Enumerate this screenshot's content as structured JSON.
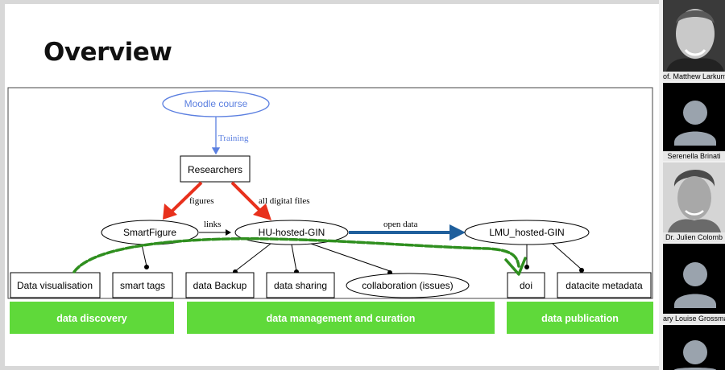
{
  "slide": {
    "title": "Overview",
    "nodes": {
      "moodle": "Moodle course",
      "researchers": "Researchers",
      "smartfigure": "SmartFigure",
      "hu_gin": "HU-hosted-GIN",
      "lmu_gin": "LMU_hosted-GIN",
      "data_visualisation": "Data visualisation",
      "smart_tags": "smart tags",
      "data_backup": "data Backup",
      "data_sharing": "data sharing",
      "collaboration": "collaboration (issues)",
      "doi": "doi",
      "datacite": "datacite metadata"
    },
    "edge_labels": {
      "training": "Training",
      "figures": "figures",
      "all_digital_files": "all digital files",
      "links": "links",
      "open_data": "open data"
    },
    "categories": {
      "discovery": "data discovery",
      "management": "data management and curation",
      "publication": "data publication"
    },
    "colors": {
      "green_band": "#5fd93a",
      "red_arrow": "#e8301c",
      "blue_arrow": "#1f5f9c",
      "green_arrow": "#2f8f1f",
      "moodle_blue": "#5b7fe0"
    }
  },
  "participants": [
    {
      "name": "of. Matthew Larkum",
      "avatar": "photo"
    },
    {
      "name": "Serenella Brinati",
      "avatar": "placeholder"
    },
    {
      "name": "Dr. Julien Colomb",
      "avatar": "photo"
    },
    {
      "name": "ary Louise Grossma",
      "avatar": "placeholder"
    },
    {
      "name": "",
      "avatar": "placeholder"
    }
  ]
}
